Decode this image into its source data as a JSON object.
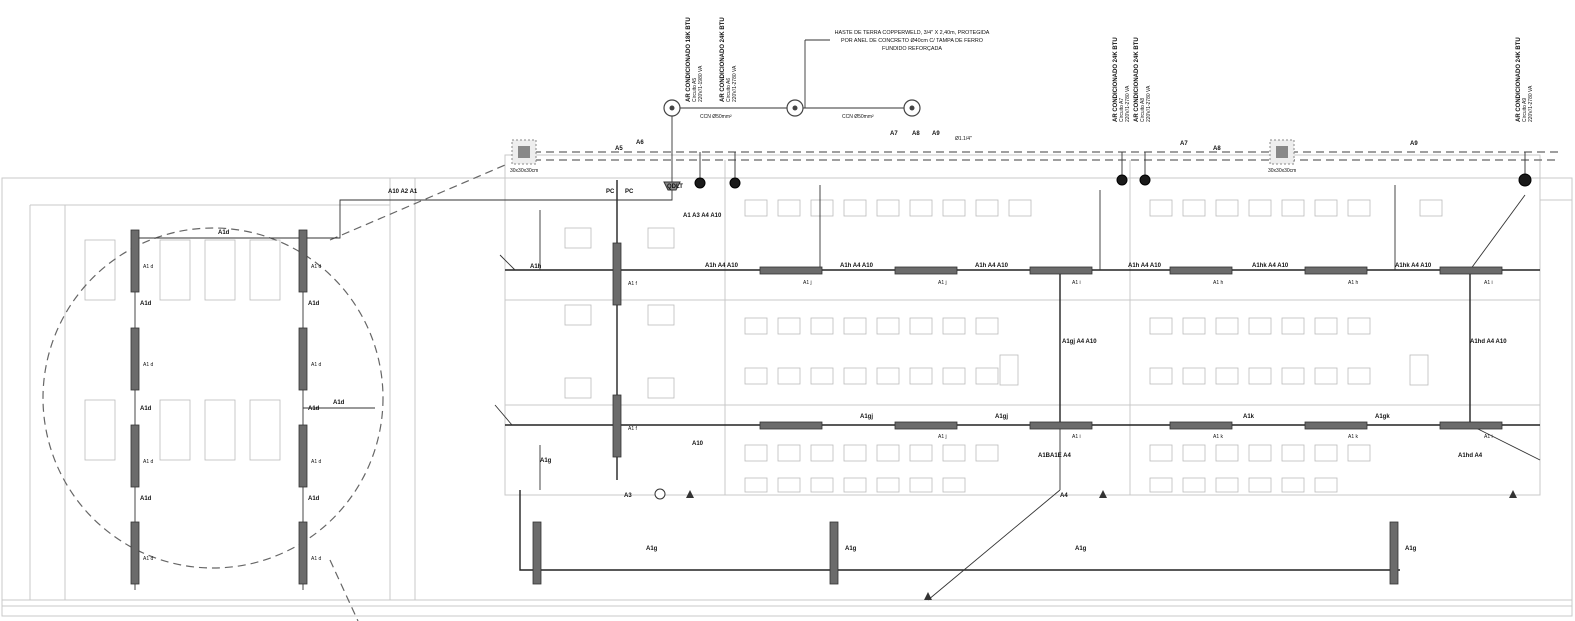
{
  "ground_note": {
    "lines": [
      "HASTE DE TERRA COPPERWELD, 3/4\" X 2,40m, PROTEGIDA",
      "POR ANEL DE CONCRETO Ø40cm C/ TAMPA DE FERRO",
      "FUNDIDO REFORÇADA"
    ]
  },
  "ac_units": [
    {
      "title": "AR CONDICIONADO 18K BTU",
      "detail1": "Circuito A5",
      "detail2": "220V/1-1980 VA"
    },
    {
      "title": "AR CONDICIONADO 24K BTU",
      "detail1": "Circuito A6",
      "detail2": "220V/1-2780 VA"
    },
    {
      "title": "AR CONDICIONADO 24K BTU",
      "detail1": "Circuito A7",
      "detail2": "220V/1-2780 VA"
    },
    {
      "title": "AR CONDICIONADO 24K BTU",
      "detail1": "Circuito A8",
      "detail2": "220V/1-2780 VA"
    },
    {
      "title": "AR CONDICIONADO 24K BTU",
      "detail1": "Circuito A9",
      "detail2": "220V/1-2780 VA"
    }
  ],
  "cable_labels": {
    "ccn1": "CCN Ø50mm²",
    "ccn2": "CCN Ø50mm²",
    "box1": "30x30x30cm",
    "box2": "30x30x30cm",
    "qdlt": "QDLT",
    "conduit": "Ø1.1/4\""
  },
  "circuit_labels": {
    "a5": "A5",
    "a6": "A6",
    "a7": "A7",
    "a8": "A8",
    "a9": "A9",
    "a7b": "A7",
    "a8b": "A8",
    "a9b": "A9",
    "top1": "A10  A2  A1",
    "top2": "A1  A3  A4  A10",
    "r1": "A1h  A4  A10",
    "r2": "A1h  A4  A10",
    "r3": "A1h  A4  A10",
    "r4": "A1h  A4  A10",
    "r5": "A1hk  A4  A10",
    "r6": "A1hk  A4  A10",
    "mid1": "A1gj  A4  A10",
    "mid2": "A1hd  A4  A10",
    "low1": "A1gj",
    "low2": "A1gj",
    "low3": "A1k",
    "low4": "A1gk",
    "bot1": "A1BA1E  A4",
    "bot2": "A1hd  A4",
    "bus1": "A1g",
    "bus2": "A1g",
    "bus3": "A1g",
    "bus4": "A1g",
    "a1d": "A1d",
    "a1h": "A1h",
    "a1g": "A1g",
    "a10": "A10",
    "a3": "A3",
    "a4": "A4",
    "pc": "PC"
  },
  "luminaire_labels": {
    "a1j": "A1 j",
    "a1i": "A1 i",
    "a1h": "A1 h",
    "a1k": "A1 k",
    "a1d": "A1 d",
    "a1f": "A1 f"
  }
}
